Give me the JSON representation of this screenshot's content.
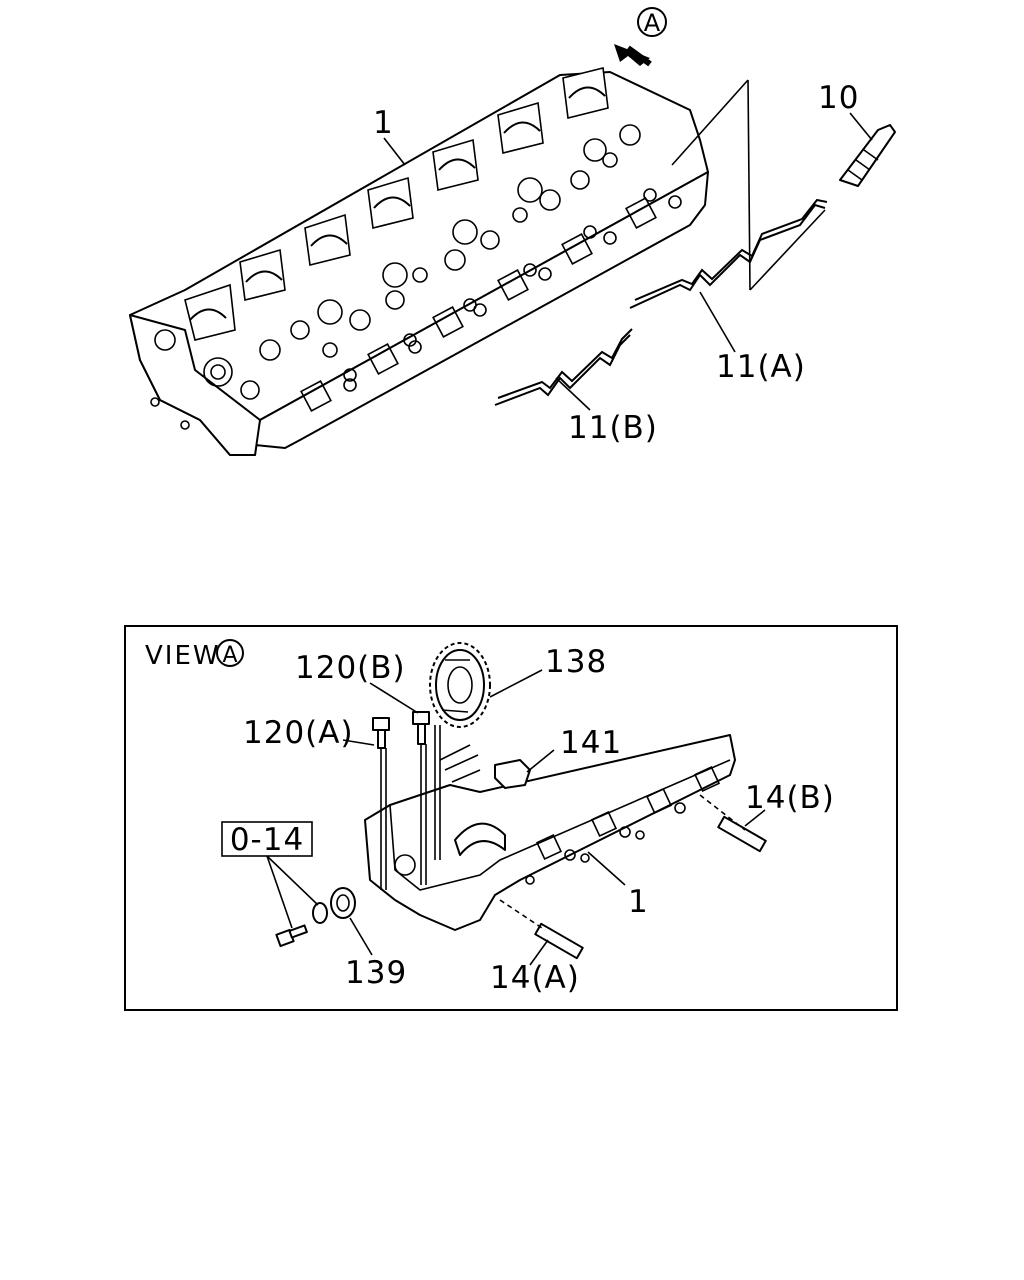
{
  "upper_view": {
    "view_marker": "A",
    "labels": {
      "cylinder_head": "1",
      "glow_plug": "10",
      "glow_lead_a": "11(A)",
      "glow_lead_b": "11(B)"
    }
  },
  "detail_view": {
    "title_text": "VIEW",
    "title_marker": "A",
    "labels": {
      "bolt_b": "120(B)",
      "bolt_a": "120(A)",
      "gear": "138",
      "key": "141",
      "stud_b": "14(B)",
      "cylinder_head": "1",
      "bushing": "139",
      "stud_a": "14(A)",
      "kit_ref": "0-14"
    }
  }
}
